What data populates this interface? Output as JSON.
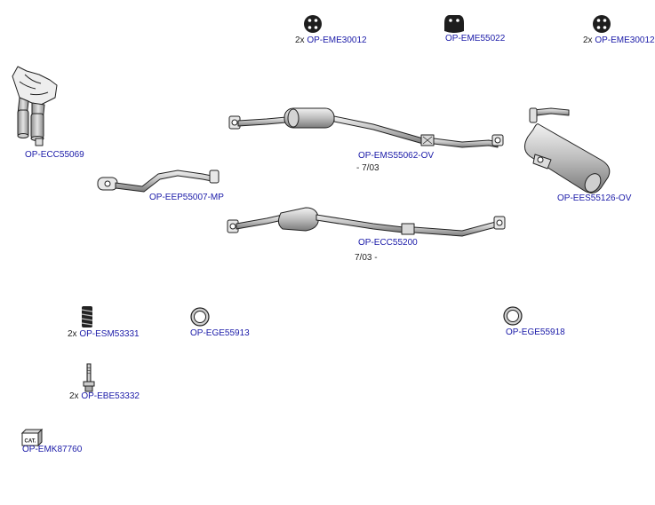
{
  "colors": {
    "part_link": "#1a1aa8",
    "text": "#222222",
    "outline": "#222222"
  },
  "parts": [
    {
      "id": "eme30012-left",
      "qty": "2x",
      "code": "OP-EME30012",
      "icon": "rubber-hanger-icon"
    },
    {
      "id": "eme55022",
      "qty": "",
      "code": "OP-EME55022",
      "icon": "rubber-mount-icon"
    },
    {
      "id": "eme30012-right",
      "qty": "2x",
      "code": "OP-EME30012",
      "icon": "rubber-hanger-icon"
    },
    {
      "id": "ecc55069",
      "qty": "",
      "code": "OP-ECC55069",
      "icon": "exhaust-manifold-catalyst-icon"
    },
    {
      "id": "ems55062",
      "qty": "",
      "code": "OP-EMS55062-OV",
      "icon": "middle-silencer-pipe-icon",
      "note": "- 7/03"
    },
    {
      "id": "ees55126",
      "qty": "",
      "code": "OP-EES55126-OV",
      "icon": "rear-silencer-icon"
    },
    {
      "id": "eep55007",
      "qty": "",
      "code": "OP-EEP55007-MP",
      "icon": "front-pipe-icon"
    },
    {
      "id": "ecc55200",
      "qty": "",
      "code": "OP-ECC55200",
      "icon": "catalyst-pipe-icon",
      "note": "7/03 -"
    },
    {
      "id": "esm53331",
      "qty": "2x",
      "code": "OP-ESM53331",
      "icon": "spring-icon"
    },
    {
      "id": "ege55913",
      "qty": "",
      "code": "OP-EGE55913",
      "icon": "gasket-ring-icon"
    },
    {
      "id": "ege55918",
      "qty": "",
      "code": "OP-EGE55918",
      "icon": "gasket-ring-icon"
    },
    {
      "id": "ebe53332",
      "qty": "2x",
      "code": "OP-EBE53332",
      "icon": "bolt-icon"
    },
    {
      "id": "emk87760",
      "qty": "",
      "code": "OP-EMK87760",
      "icon": "catalog-box-icon",
      "icon_text": "CAT."
    }
  ]
}
